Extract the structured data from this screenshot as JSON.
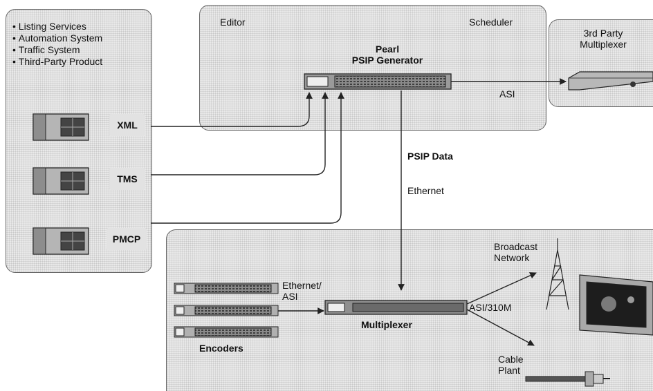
{
  "sources": {
    "items": [
      "Listing Services",
      "Automation System",
      "Traffic System",
      "Third-Party Product"
    ],
    "server_tags": [
      "XML",
      "TMS",
      "PMCP"
    ]
  },
  "generator_panel": {
    "editor_label": "Editor",
    "scheduler_label": "Scheduler",
    "title_line1": "Pearl",
    "title_line2": "PSIP Generator"
  },
  "third_party": {
    "line1": "3rd Party",
    "line2": "Multiplexer"
  },
  "links": {
    "asi": "ASI",
    "psip_data": "PSIP Data",
    "ethernet": "Ethernet",
    "ethernet_asi_line1": "Ethernet/",
    "ethernet_asi_line2": "ASI",
    "asi_310m": "ASI/310M"
  },
  "bottom": {
    "encoders": "Encoders",
    "multiplexer": "Multiplexer",
    "broadcast_line1": "Broadcast",
    "broadcast_line2": "Network",
    "cable_line1": "Cable",
    "cable_line2": "Plant"
  }
}
